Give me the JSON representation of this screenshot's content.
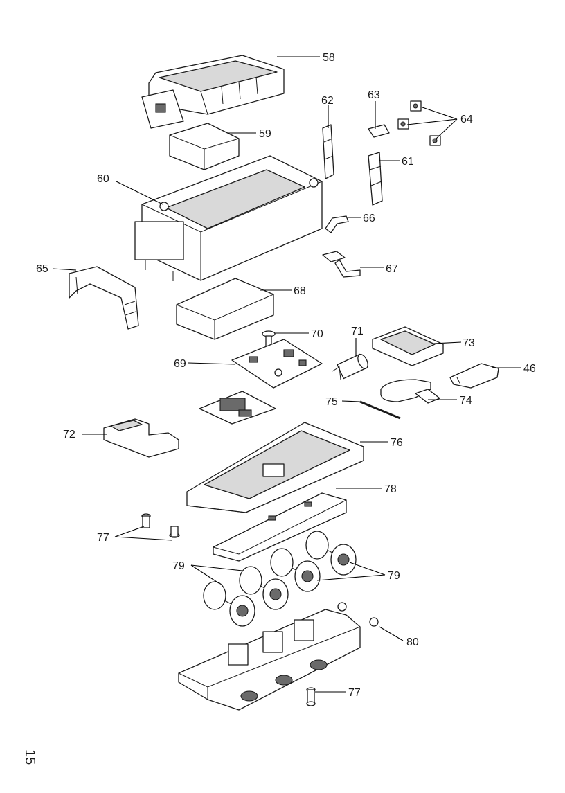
{
  "labels": {
    "p58": "58",
    "p59": "59",
    "p60": "60",
    "p61": "61",
    "p62": "62",
    "p63": "63",
    "p64": "64",
    "p65": "65",
    "p66": "66",
    "p67": "67",
    "p68": "68",
    "p69": "69",
    "p70": "70",
    "p71": "71",
    "p72": "72",
    "p73": "73",
    "p46": "46",
    "p74": "74",
    "p75": "75",
    "p76": "76",
    "p78": "78",
    "p77a": "77",
    "p79a": "79",
    "p79b": "79",
    "p80": "80",
    "p77b": "77"
  },
  "page_number": "15"
}
